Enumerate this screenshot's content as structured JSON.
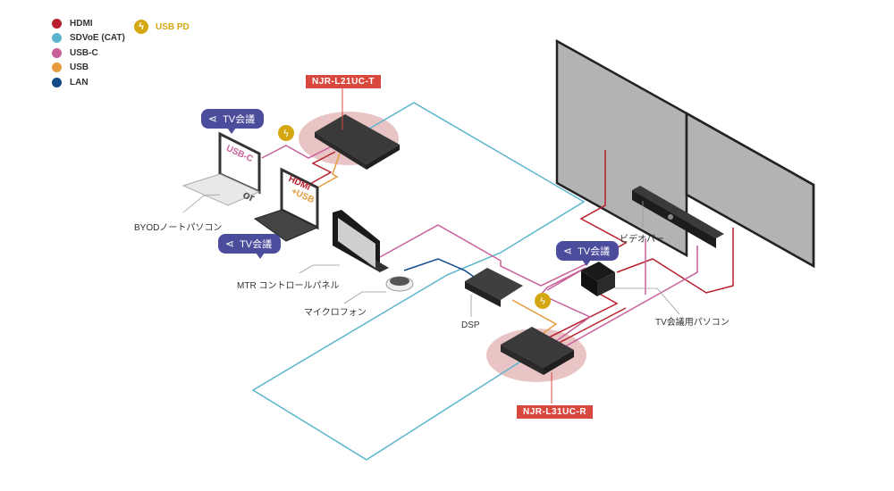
{
  "legend": {
    "items": [
      {
        "label": "HDMI",
        "color": "#b8202e"
      },
      {
        "label": "SDVoE (CAT)",
        "color": "#5ab4cc"
      },
      {
        "label": "USB-C",
        "color": "#c8609a"
      },
      {
        "label": "USB",
        "color": "#e69b3c"
      },
      {
        "label": "LAN",
        "color": "#124a8a"
      }
    ],
    "usb_pd": {
      "label": "USB PD",
      "color": "#d4a612",
      "icon": "lightning-icon"
    }
  },
  "devices": {
    "transmitter": {
      "model": "NJR-L21UC-T"
    },
    "receiver": {
      "model": "NJR-L31UC-R"
    },
    "byod_laptop_label": "BYODノートパソコン",
    "laptop_usbc_screen": "USB-C",
    "laptop_hdmi_screen_line1": "HDMI",
    "laptop_hdmi_screen_line2": "+USB",
    "or_label": "or",
    "mtr_panel_label": "MTR コントロールパネル",
    "microphone_label": "マイクロフォン",
    "dsp_label": "DSP",
    "video_bar_label": "ビデオバー",
    "pc_label": "TV会議用パソコン"
  },
  "bubbles": [
    {
      "label": "TV会議",
      "icon": "share-icon"
    },
    {
      "label": "TV会議",
      "icon": "share-icon"
    },
    {
      "label": "TV会議",
      "icon": "share-icon"
    }
  ],
  "colors": {
    "model_tag": "#d9483f",
    "bubble": "#4c4c9c",
    "halo": "#e9c4c4",
    "display_face": "#b3b3b3",
    "device_dark": "#3a3a3a"
  }
}
